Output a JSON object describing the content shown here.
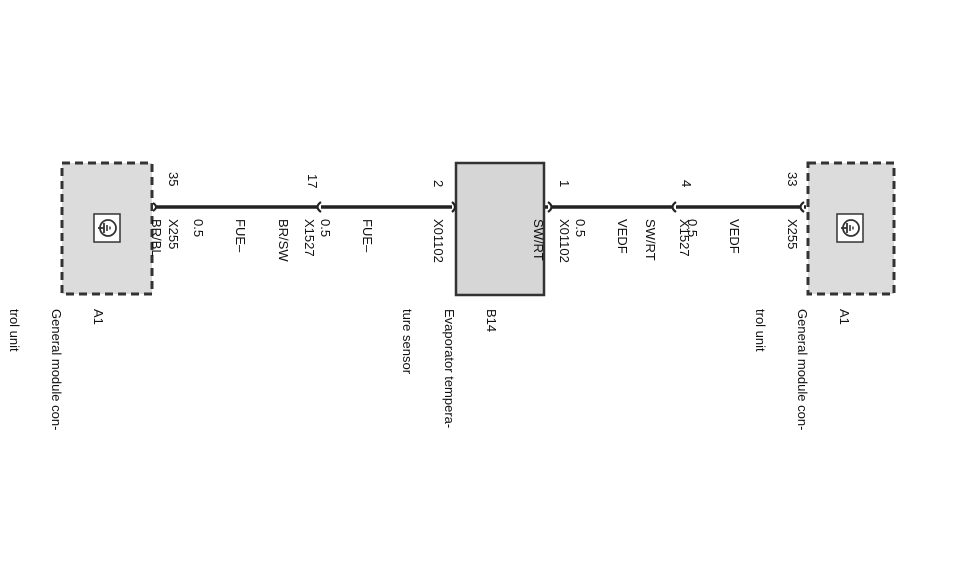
{
  "components": {
    "left_module": {
      "ref": "A1",
      "desc_lines": [
        "General module con-",
        "trol unit"
      ]
    },
    "sensor": {
      "ref": "B14",
      "desc_lines": [
        "Evaporator tempera-",
        "ture sensor"
      ]
    },
    "right_module": {
      "ref": "A1",
      "desc_lines": [
        "General module con-",
        "trol unit"
      ]
    }
  },
  "pins": {
    "left_module": "35",
    "left_inline": "17",
    "sensor_left": "2",
    "sensor_right": "1",
    "right_inline": "4",
    "right_module": "33"
  },
  "connectors": {
    "left_module": "X255",
    "left_inline": "X1527",
    "sensor_left": "X01102",
    "sensor_right": "X01102",
    "right_inline": "X1527",
    "right_module": "X255"
  },
  "wires": {
    "w1": {
      "name": "FUE–",
      "size": "0.5",
      "color": "BR/BL"
    },
    "w2": {
      "name": "FUE–",
      "size": "0.5",
      "color": "BR/SW"
    },
    "w3": {
      "name": "VEDF",
      "size": "0.5",
      "color": "SW/RT"
    },
    "w4": {
      "name": "VEDF",
      "size": "0.5",
      "color": "SW/RT"
    }
  },
  "colors": {
    "module_fill": "#dcdcdc",
    "sensor_fill": "#d6d6d6",
    "line": "#222222"
  }
}
